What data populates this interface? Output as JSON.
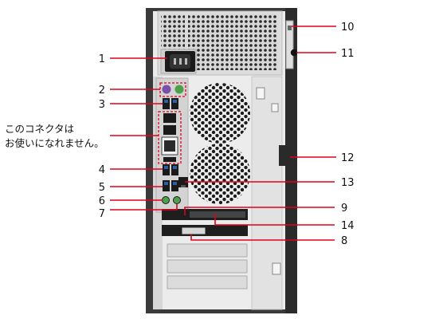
{
  "callouts": {
    "c1": "1",
    "c2": "2",
    "c3": "3",
    "c4": "4",
    "c5": "5",
    "c6": "6",
    "c7": "7",
    "c8": "8",
    "c9": "9",
    "c10": "10",
    "c11": "11",
    "c12": "12",
    "c13": "13",
    "c14": "14"
  },
  "note": {
    "line1": "このコネクタは",
    "line2": "お使いになれません。"
  },
  "colors": {
    "leader": "#e2001a",
    "chassis": "#3a3a3a",
    "panel": "#e9e9e9"
  }
}
